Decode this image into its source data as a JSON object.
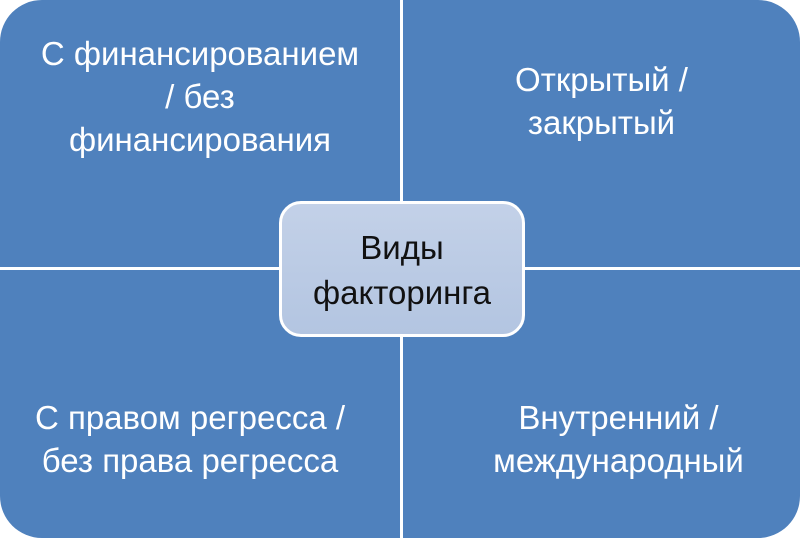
{
  "diagram": {
    "center": {
      "lines": [
        "Виды",
        "факторинга"
      ]
    },
    "quadrants": {
      "top_left": {
        "lines": [
          "С финансированием",
          "/ без",
          "финансирования"
        ]
      },
      "top_right": {
        "lines": [
          "Открытый /",
          "закрытый"
        ]
      },
      "bottom_left": {
        "lines": [
          "С правом регресса /",
          "без права регресса"
        ]
      },
      "bottom_right": {
        "lines": [
          "Внутренний /",
          "международный"
        ]
      }
    },
    "colors": {
      "quadrant_fill": "#4f81bd",
      "center_fill": "#b9c9e3",
      "divider": "#ffffff",
      "quadrant_text": "#ffffff",
      "center_text": "#111111"
    }
  }
}
